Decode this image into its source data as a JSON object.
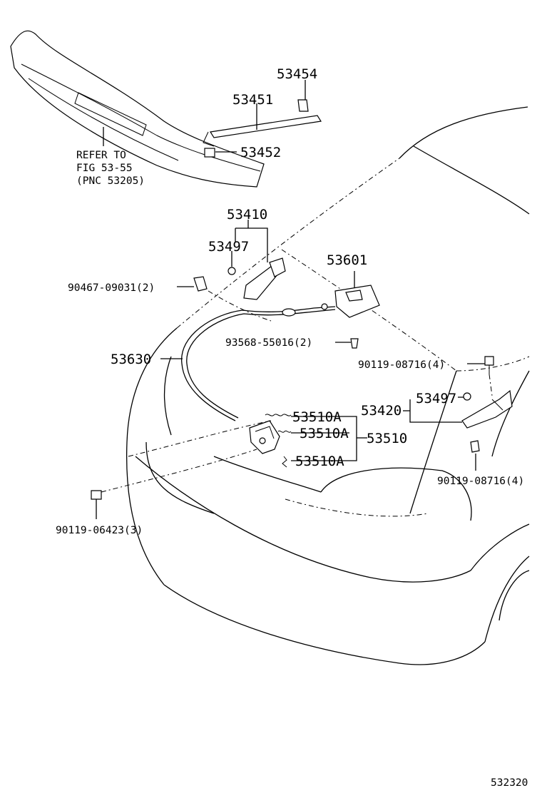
{
  "diagram_id": "532320",
  "refer_note": {
    "line1": "REFER TO",
    "line2": "FIG 53-55",
    "line3": "(PNC 53205)"
  },
  "parts": {
    "p53454": "53454",
    "p53451": "53451",
    "p53452": "53452",
    "p53410": "53410",
    "p53497a": "53497",
    "p90467": "90467-09031(2)",
    "p53601": "53601",
    "p93568": "93568-55016(2)",
    "p53630": "53630",
    "p90119_08716_top": "90119-08716(4)",
    "p53497b": "53497",
    "p53420": "53420",
    "p53510A_1": "53510A",
    "p53510A_2": "53510A",
    "p53510": "53510",
    "p53510A_3": "53510A",
    "p90119_08716_bottom": "90119-08716(4)",
    "p90119_06423": "90119-06423(3)"
  }
}
